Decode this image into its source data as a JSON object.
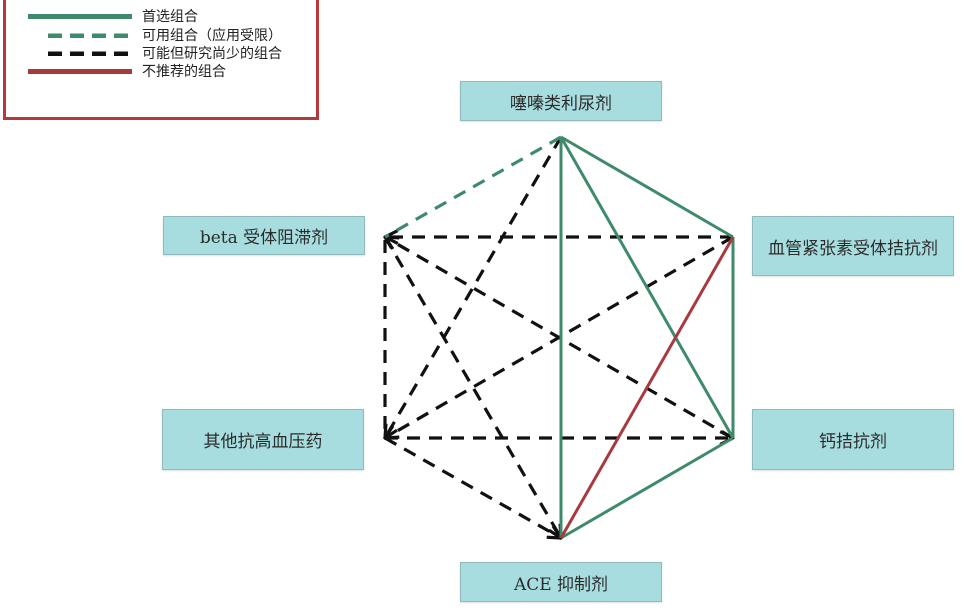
{
  "legend": {
    "items": [
      {
        "label": "首选组合",
        "style": "solid",
        "color": "#3f8a6a"
      },
      {
        "label": "可用组合（应用受限）",
        "style": "dashed",
        "color": "#3f8a6a"
      },
      {
        "label": "可能但研究尚少的组合",
        "style": "dashed",
        "color": "#111111"
      },
      {
        "label": "不推荐的组合",
        "style": "solid",
        "color": "#a83a3e"
      }
    ],
    "border_color": "#b5383a"
  },
  "nodes": {
    "thiazide": {
      "label": "噻嗪类利尿剂"
    },
    "beta_blocker": {
      "label": "beta 受体阻滞剂"
    },
    "arb": {
      "label": "血管紧张素受体拮抗剂"
    },
    "other": {
      "label": "其他抗高血压药"
    },
    "ccb": {
      "label": "钙拮抗剂"
    },
    "ace": {
      "label": "ACE 抑制剂"
    }
  },
  "colors": {
    "box_fill": "#a8dde0",
    "preferred": "#3f8a6a",
    "limited": "#3f8a6a",
    "possible": "#111111",
    "not_recommended": "#a83a3e"
  },
  "edges": [
    {
      "from": "thiazide",
      "to": "ace",
      "type": "preferred"
    },
    {
      "from": "thiazide",
      "to": "arb",
      "type": "preferred"
    },
    {
      "from": "thiazide",
      "to": "ccb",
      "type": "preferred"
    },
    {
      "from": "arb",
      "to": "ccb",
      "type": "preferred"
    },
    {
      "from": "ccb",
      "to": "ace",
      "type": "preferred"
    },
    {
      "from": "thiazide",
      "to": "beta_blocker",
      "type": "limited"
    },
    {
      "from": "beta_blocker",
      "to": "arb",
      "type": "possible"
    },
    {
      "from": "beta_blocker",
      "to": "other",
      "type": "possible"
    },
    {
      "from": "beta_blocker",
      "to": "ccb",
      "type": "possible"
    },
    {
      "from": "beta_blocker",
      "to": "ace",
      "type": "possible"
    },
    {
      "from": "thiazide",
      "to": "other",
      "type": "possible"
    },
    {
      "from": "arb",
      "to": "other",
      "type": "possible"
    },
    {
      "from": "other",
      "to": "ccb",
      "type": "possible"
    },
    {
      "from": "other",
      "to": "ace",
      "type": "possible"
    },
    {
      "from": "arb",
      "to": "ace",
      "type": "not_recommended"
    }
  ]
}
